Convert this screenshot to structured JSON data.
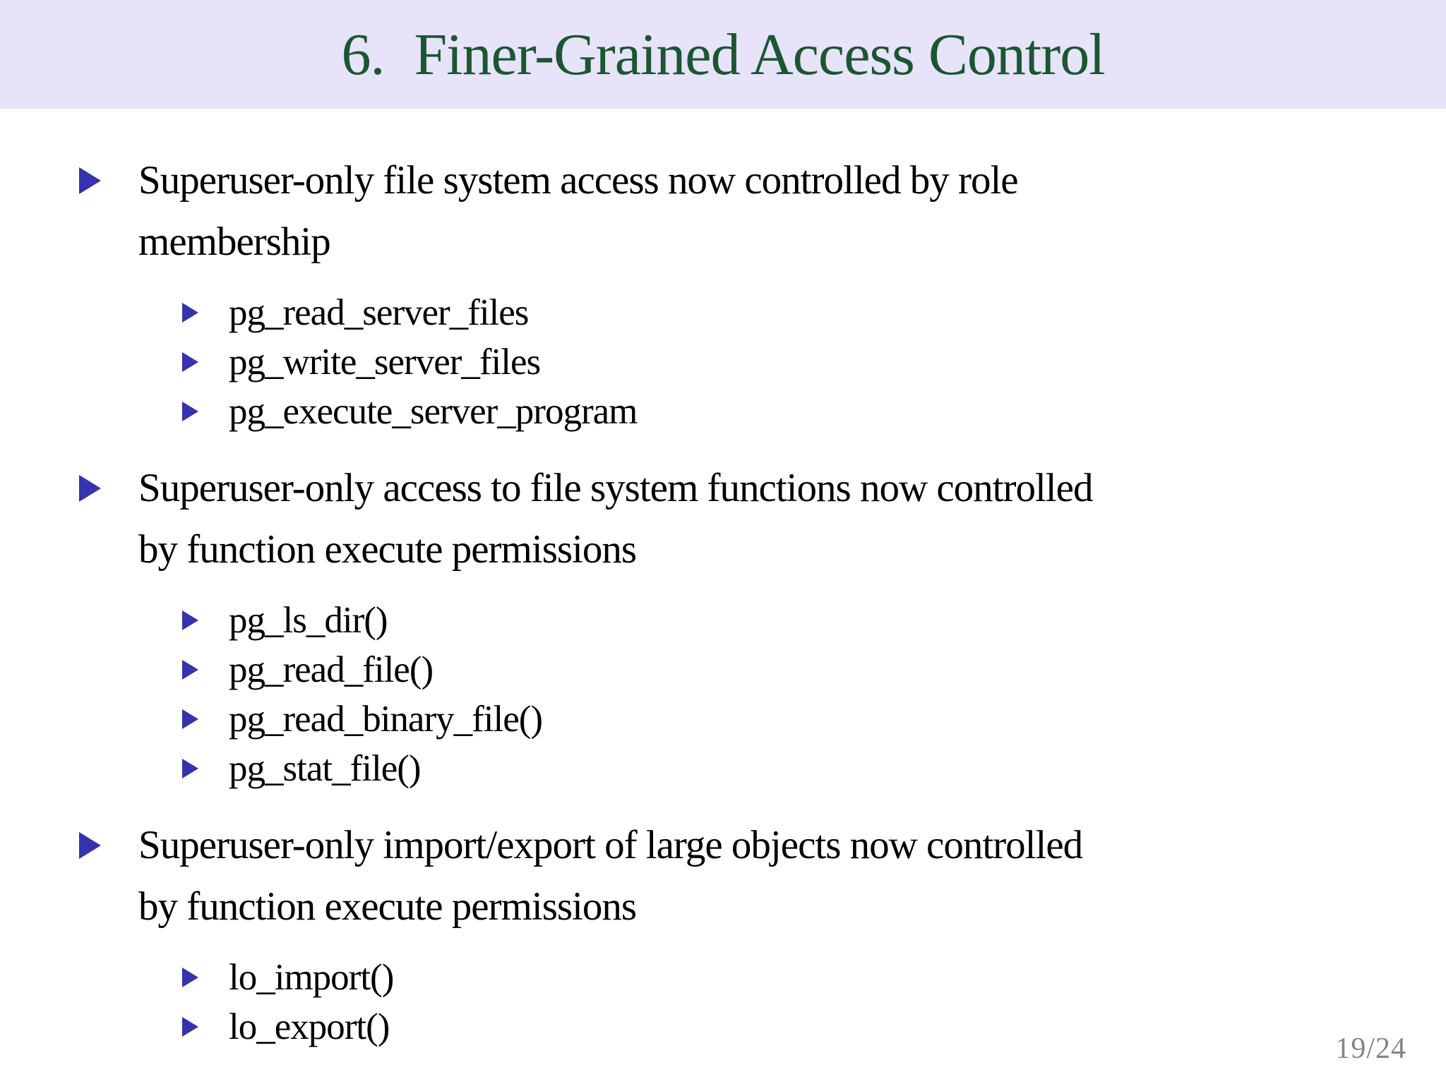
{
  "slide": {
    "title": {
      "number": "6.",
      "text": "Finer-Grained Access Control"
    },
    "bullets": [
      {
        "lines": [
          "Superuser-only file system access now controlled by role",
          "membership"
        ],
        "subs": [
          "pg_read_server_files",
          "pg_write_server_files",
          "pg_execute_server_program"
        ]
      },
      {
        "lines": [
          "Superuser-only access to file system functions now controlled",
          "by function execute permissions"
        ],
        "subs": [
          "pg_ls_dir()",
          "pg_read_file()",
          "pg_read_binary_file()",
          "pg_stat_file()"
        ]
      },
      {
        "lines": [
          "Superuser-only import/export of large objects now controlled",
          "by function execute permissions"
        ],
        "subs": [
          "lo_import()",
          "lo_export()"
        ]
      }
    ],
    "footer": {
      "page_indicator": "19/24"
    },
    "colors": {
      "header_background": "#e7e3f8",
      "title_text": "#1b5633",
      "bullet_marker": "#3633ae",
      "body_text": "#000000",
      "page_indicator_text": "#858585"
    }
  }
}
